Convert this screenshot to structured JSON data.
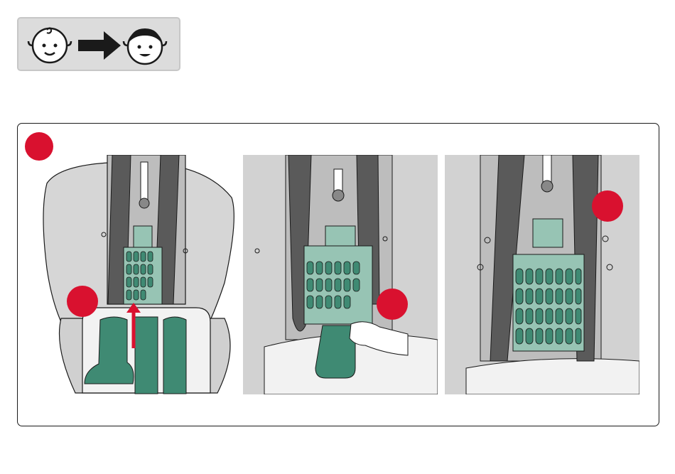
{
  "colors": {
    "accent_red": "#d9112f",
    "pad_green": "#3f8a73",
    "insert_mint": "#97c4b4",
    "strap_dark": "#5a5a5a",
    "seat_light": "#d6d6d6",
    "seat_mid": "#bdbdbd",
    "line": "#1a1a1a"
  },
  "badge": {
    "icons": [
      "baby-face-icon",
      "arrow-right-icon",
      "child-face-icon"
    ]
  },
  "steps": [
    {
      "panel": "panel-1",
      "markers": [
        "red-marker-pad"
      ]
    },
    {
      "panel": "panel-2",
      "markers": [
        "red-marker-hand"
      ]
    },
    {
      "panel": "panel-3",
      "markers": [
        "red-marker-strap"
      ]
    }
  ]
}
